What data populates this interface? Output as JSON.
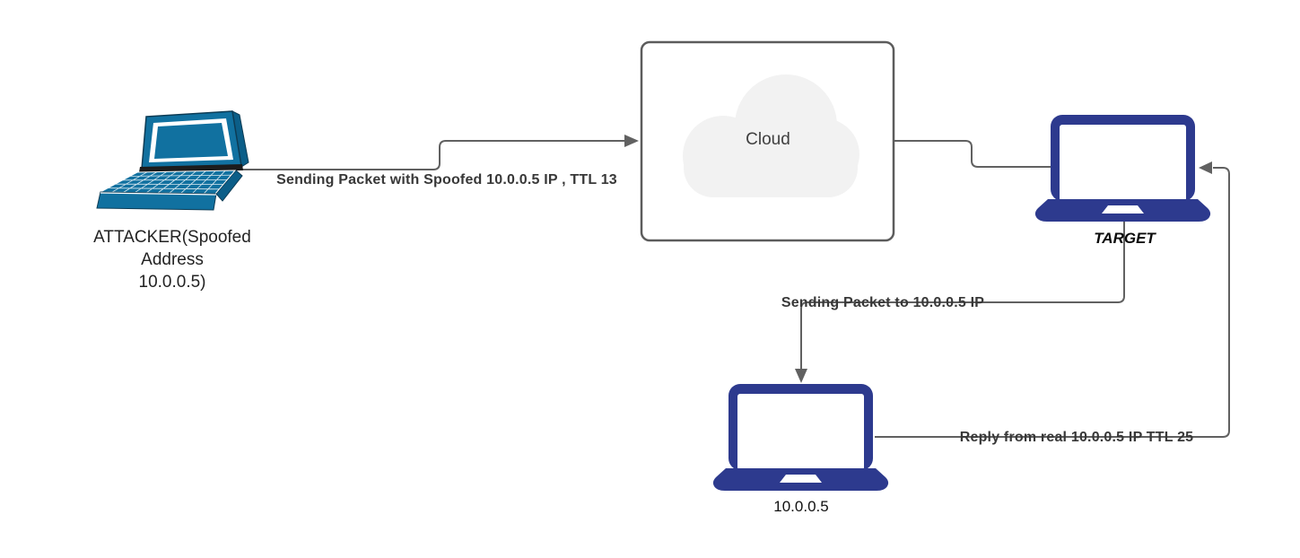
{
  "diagram": {
    "title": "IP spoofing / TTL network diagram",
    "nodes": {
      "attacker": {
        "label_lines": [
          "ATTACKER(Spoofed",
          "Address",
          "10.0.0.5)"
        ],
        "icon": "teal-perspective-laptop-icon"
      },
      "cloud": {
        "label": "Cloud",
        "icon": "cloud-icon"
      },
      "target": {
        "label": "TARGET",
        "icon": "navy-laptop-icon"
      },
      "real_host": {
        "label": "10.0.0.5",
        "icon": "navy-laptop-icon"
      }
    },
    "edges": {
      "attacker_to_cloud": {
        "label": "Sending Packet with Spoofed 10.0.0.5 IP , TTL 13"
      },
      "cloud_to_target": {
        "label": ""
      },
      "target_to_real": {
        "label": "Sending Packet to 10.0.0.5 IP"
      },
      "real_to_target": {
        "label": "Reply from real 10.0.0.5 IP TTL 25"
      }
    },
    "colors": {
      "attacker_laptop_teal": "#1171a0",
      "attacker_laptop_edge": "#0d3c55",
      "navy_laptop": "#2d3a8e",
      "connector_gray": "#616161",
      "cloud_box_border": "#5c5c5c",
      "cloud_fill": "#f2f2f2",
      "edge_label_text": "#383838"
    }
  }
}
